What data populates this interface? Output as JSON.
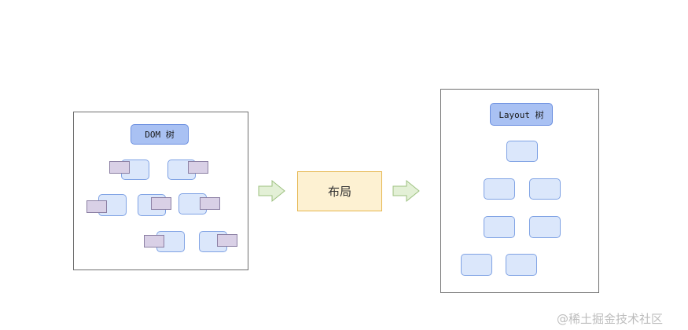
{
  "dom_tree": {
    "root_label": "DOM 树"
  },
  "process": {
    "label": "布局"
  },
  "layout_tree": {
    "root_label": "Layout 树"
  },
  "watermark": {
    "text": "@稀土掘金技术社区"
  },
  "colors": {
    "root_fill": "#a9c1f3",
    "node_fill": "#dbe7fb",
    "tag_fill": "#d9d0e6",
    "process_fill": "#fdf1d2",
    "process_border": "#e6b64e",
    "arrow_fill": "#e3f0d6",
    "arrow_stroke": "#9cc17f"
  }
}
